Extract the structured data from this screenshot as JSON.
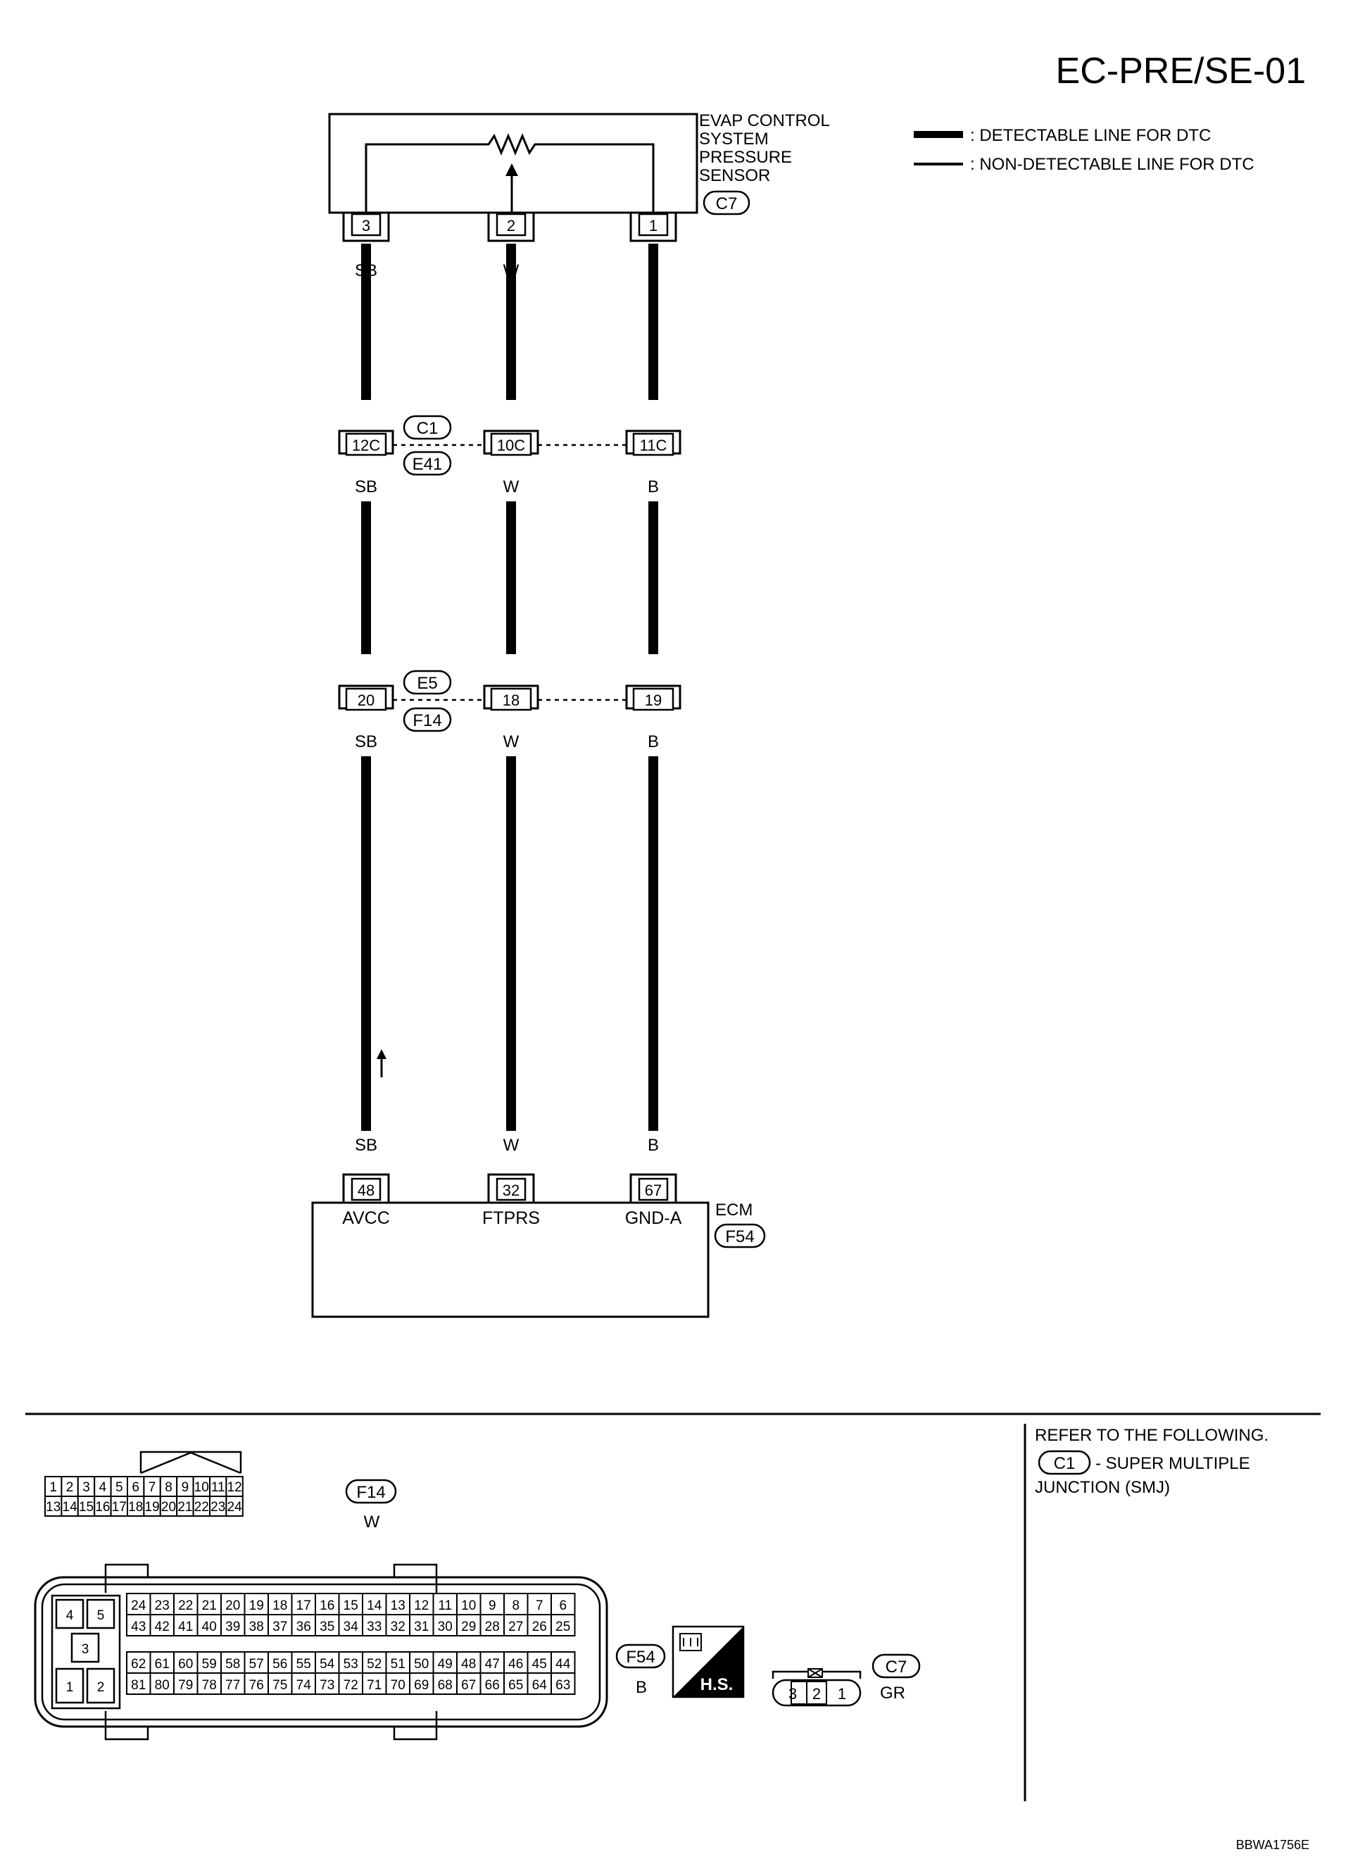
{
  "page_code": "EC-PRE/SE-01",
  "legend": {
    "detectable": ": DETECTABLE LINE FOR DTC",
    "non_detectable": ": NON-DETECTABLE LINE FOR DTC"
  },
  "sensor": {
    "name_lines": [
      "EVAP CONTROL",
      "SYSTEM",
      "PRESSURE",
      "SENSOR"
    ],
    "connector": "C7",
    "pins": [
      "3",
      "2",
      "1"
    ]
  },
  "wire_colors": [
    "SB",
    "W",
    "B"
  ],
  "junction1": {
    "connectors": [
      "C1",
      "E41"
    ],
    "pins": [
      "12C",
      "10C",
      "11C"
    ]
  },
  "junction2": {
    "connectors": [
      "E5",
      "F14"
    ],
    "pins": [
      "20",
      "18",
      "19"
    ]
  },
  "ecm": {
    "name": "ECM",
    "connector": "F54",
    "pins": [
      "48",
      "32",
      "67"
    ],
    "signals": [
      "AVCC",
      "FTPRS",
      "GND-A"
    ]
  },
  "f14_connector": {
    "id": "F14",
    "color": "W",
    "row1": [
      "1",
      "2",
      "3",
      "4",
      "5",
      "6",
      "7",
      "8",
      "9",
      "10",
      "11",
      "12"
    ],
    "row2": [
      "13",
      "14",
      "15",
      "16",
      "17",
      "18",
      "19",
      "20",
      "21",
      "22",
      "23",
      "24"
    ]
  },
  "f54_connector": {
    "id": "F54",
    "color": "B",
    "left_pins": [
      "4",
      "5",
      "3",
      "1",
      "2"
    ],
    "upper_row1": [
      "24",
      "23",
      "22",
      "21",
      "20",
      "19",
      "18",
      "17",
      "16",
      "15",
      "14",
      "13",
      "12",
      "11",
      "10",
      "9",
      "8",
      "7",
      "6"
    ],
    "upper_row2": [
      "43",
      "42",
      "41",
      "40",
      "39",
      "38",
      "37",
      "36",
      "35",
      "34",
      "33",
      "32",
      "31",
      "30",
      "29",
      "28",
      "27",
      "26",
      "25"
    ],
    "lower_row1": [
      "62",
      "61",
      "60",
      "59",
      "58",
      "57",
      "56",
      "55",
      "54",
      "53",
      "52",
      "51",
      "50",
      "49",
      "48",
      "47",
      "46",
      "45",
      "44"
    ],
    "lower_row2": [
      "81",
      "80",
      "79",
      "78",
      "77",
      "76",
      "75",
      "74",
      "73",
      "72",
      "71",
      "70",
      "69",
      "68",
      "67",
      "66",
      "65",
      "64",
      "63"
    ],
    "hs_label": "H.S."
  },
  "c7_connector": {
    "id": "C7",
    "color": "GR",
    "pins": [
      "3",
      "2",
      "1"
    ]
  },
  "refer_note": {
    "line1": "REFER TO THE FOLLOWING.",
    "connector": "C1",
    "line2": "- SUPER MULTIPLE",
    "line3": "JUNCTION (SMJ)"
  },
  "figure_id": "BBWA1756E"
}
